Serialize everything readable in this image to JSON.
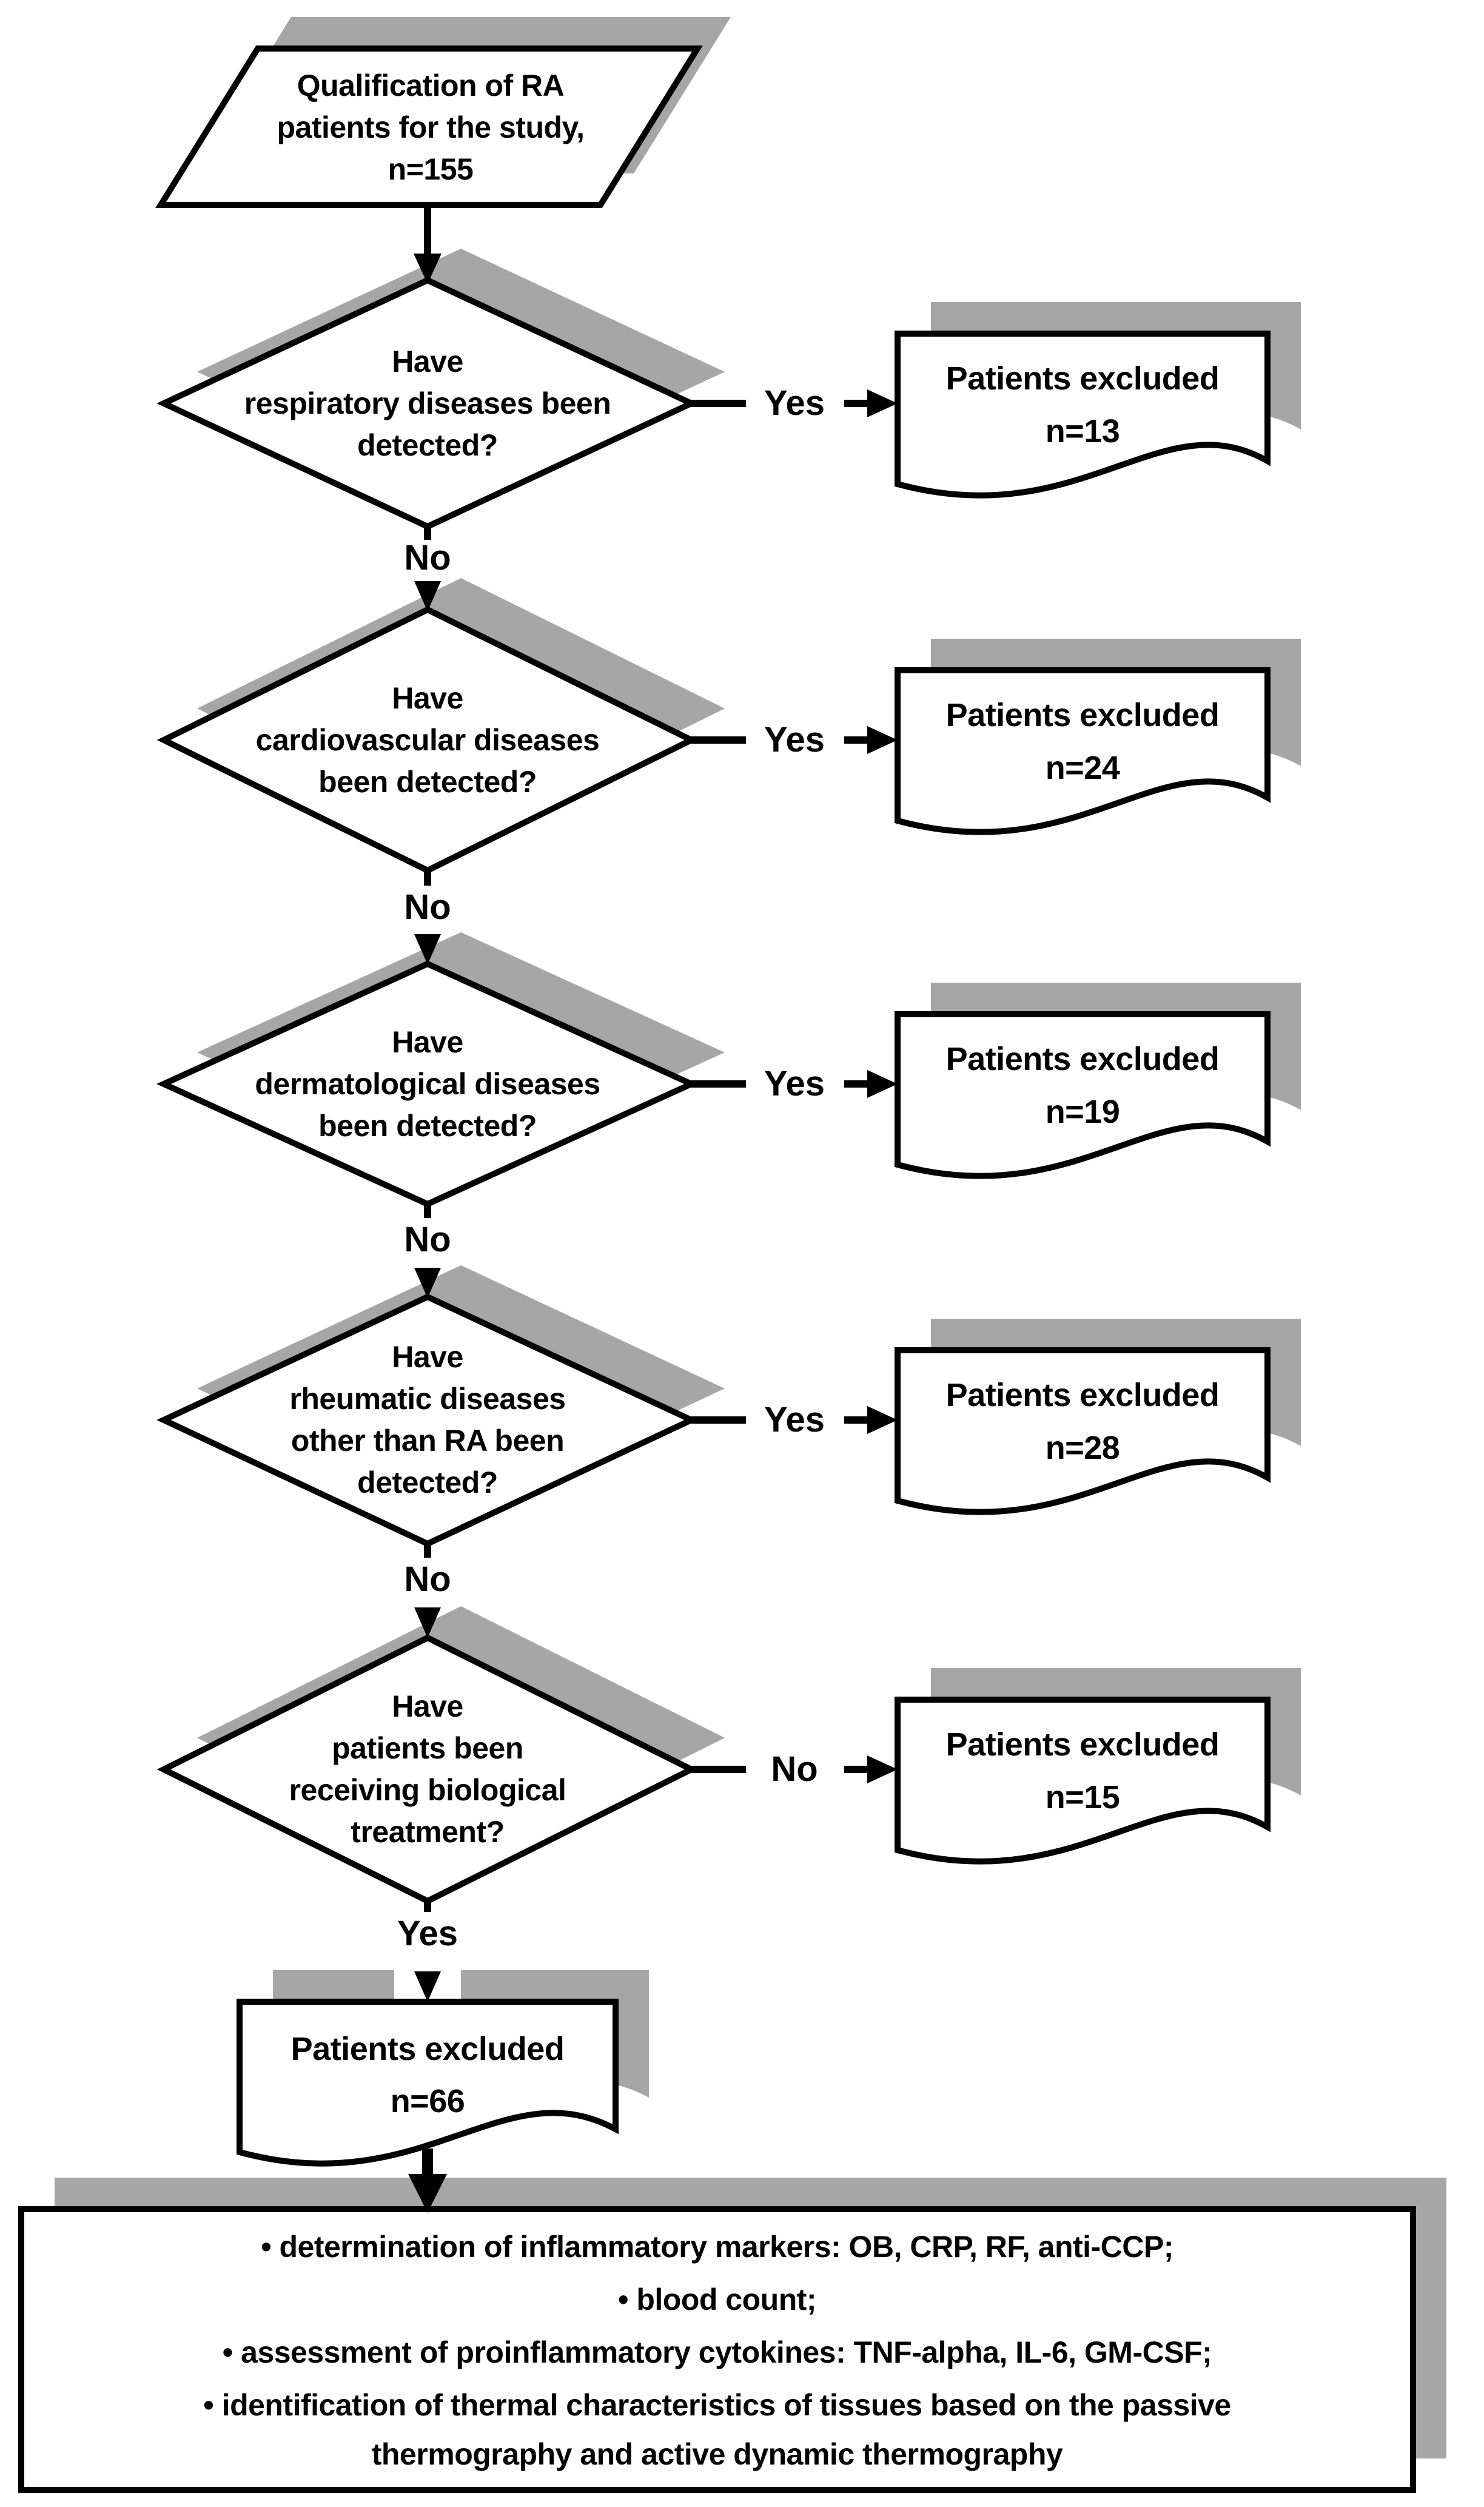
{
  "flowchart": {
    "colors": {
      "shadow": "#a6a6a6",
      "stroke": "#000000",
      "fill": "#ffffff"
    },
    "start": {
      "label": "Qualification of RA\npatients for the study,\nn=155"
    },
    "decisions": [
      {
        "question": "Have\nrespiratory diseases been\ndetected?",
        "branch_label": "Yes",
        "excluded": "Patients excluded\nn=13",
        "next_label": "No"
      },
      {
        "question": "Have\ncardiovascular diseases\nbeen detected?",
        "branch_label": "Yes",
        "excluded": "Patients excluded\nn=24",
        "next_label": "No"
      },
      {
        "question": "Have\ndermatological diseases\nbeen detected?",
        "branch_label": "Yes",
        "excluded": "Patients excluded\nn=19",
        "next_label": "No"
      },
      {
        "question": "Have\nrheumatic diseases\nother than RA been\ndetected?",
        "branch_label": "Yes",
        "excluded": "Patients excluded\nn=28",
        "next_label": "No"
      },
      {
        "question": "Have\npatients been\nreceiving biological\ntreatment?",
        "branch_label": "No",
        "excluded": "Patients excluded\nn=15",
        "next_label": "Yes"
      }
    ],
    "final_excluded": {
      "label": "Patients excluded\nn=66"
    },
    "procedures": {
      "items": [
        "• determination of inflammatory markers: OB, CRP, RF, anti-CCP;",
        "• blood count;",
        "• assessment of proinflammatory cytokines: TNF-alpha, IL-6, GM-CSF;",
        "• identification of thermal characteristics of tissues based on the passive\nthermography and active dynamic thermography"
      ]
    }
  }
}
